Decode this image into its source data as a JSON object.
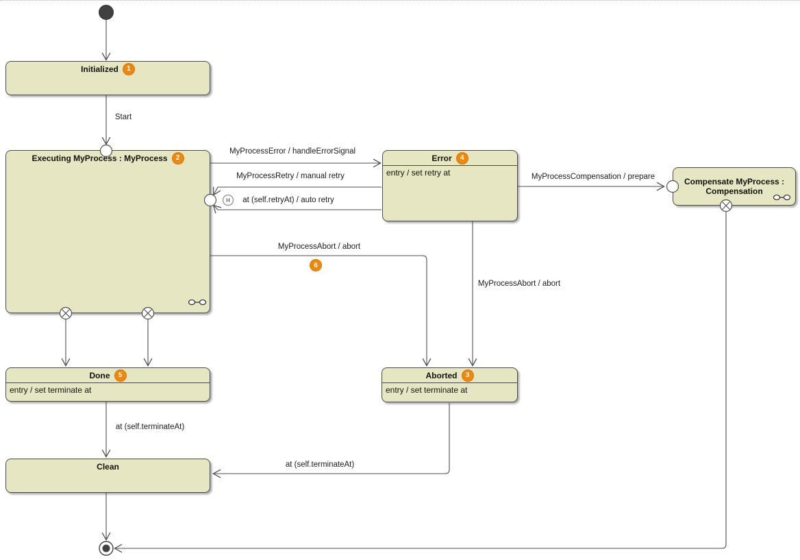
{
  "diagram": {
    "type": "uml-state-machine",
    "colors": {
      "state_fill": "#e6e6c3",
      "state_border": "#4a4a4a",
      "line": "#4d4d4d",
      "badge": "#ee880d",
      "background": "#ffffff"
    },
    "states": [
      {
        "name": "Initialized",
        "badge": "1"
      },
      {
        "name": "Executing MyProcess : MyProcess",
        "badge": "2",
        "composite": true
      },
      {
        "name": "Error",
        "badge": "4",
        "entry_action": "entry / set retry at"
      },
      {
        "name": "Compensate MyProcess : Compensation",
        "composite": true
      },
      {
        "name": "Done",
        "badge": "5",
        "entry_action": "entry / set terminate at"
      },
      {
        "name": "Aborted",
        "badge": "3",
        "entry_action": "entry / set terminate at"
      },
      {
        "name": "Clean"
      }
    ],
    "transitions": [
      {
        "from": "initial",
        "to": "Initialized",
        "label": ""
      },
      {
        "from": "Initialized",
        "to": "Executing MyProcess",
        "label": "Start"
      },
      {
        "from": "Executing MyProcess",
        "to": "Error",
        "label": "MyProcessError / handleErrorSignal"
      },
      {
        "from": "Error",
        "to": "Executing MyProcess",
        "label": "MyProcessRetry / manual retry"
      },
      {
        "from": "Error",
        "to": "Executing MyProcess (history)",
        "label": "at (self.retryAt) / auto retry"
      },
      {
        "from": "Error",
        "to": "Compensate MyProcess",
        "label": "MyProcessCompensation / prepare"
      },
      {
        "from": "Executing MyProcess",
        "to": "Aborted",
        "label": "MyProcessAbort / abort",
        "badge": "6"
      },
      {
        "from": "Error",
        "to": "Aborted",
        "label": "MyProcessAbort / abort"
      },
      {
        "from": "Done",
        "to": "Clean",
        "label": "at (self.terminateAt)"
      },
      {
        "from": "Aborted",
        "to": "Clean",
        "label": "at (self.terminateAt)"
      },
      {
        "from": "Clean",
        "to": "final",
        "label": ""
      },
      {
        "from": "Compensate MyProcess",
        "to": "final",
        "label": ""
      }
    ],
    "pseudostates": {
      "history_label": "H"
    }
  }
}
